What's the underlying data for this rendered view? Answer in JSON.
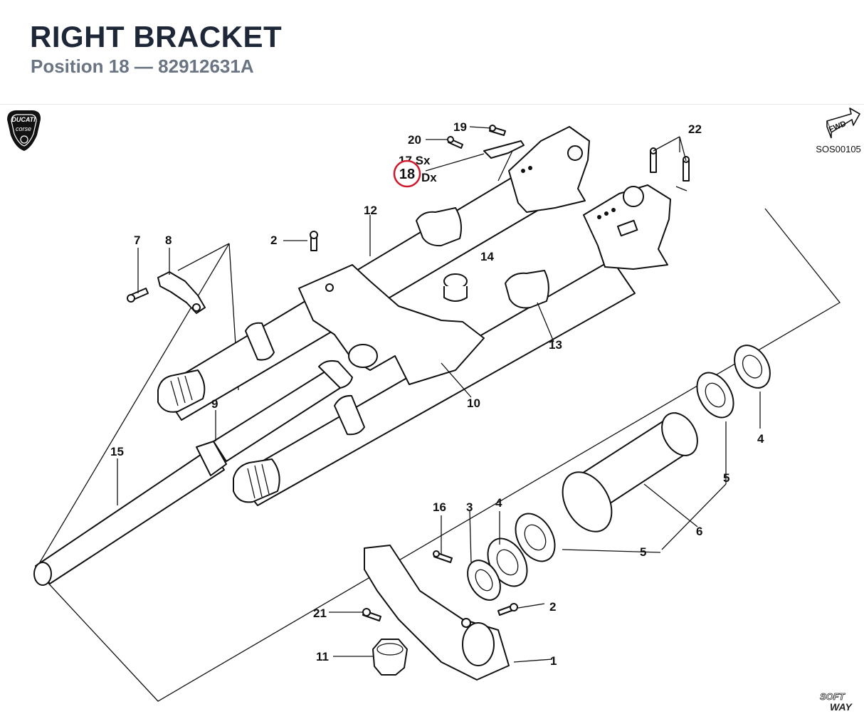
{
  "header": {
    "title": "RIGHT BRACKET",
    "subtitle": "Position 18 — 82912631A"
  },
  "logo": {
    "brand_top": "DUCATI",
    "brand_bottom": "corse"
  },
  "fwd_label": "FWD",
  "diagram_code": "SOS00105",
  "highlighted_position": "18",
  "highlight_color": "#d0182a",
  "callouts": {
    "c1": "1",
    "c2a": "2",
    "c2b": "2",
    "c3": "3",
    "c4a": "4",
    "c4b": "4",
    "c5a": "5",
    "c5b": "5",
    "c6": "6",
    "c7": "7",
    "c8": "8",
    "c9": "9",
    "c10": "10",
    "c11": "11",
    "c12": "12",
    "c13": "13",
    "c14": "14",
    "c15": "15",
    "c16": "16",
    "c17": "17 Sx",
    "c18_suffix": "Dx",
    "c19": "19",
    "c20": "20",
    "c21": "21",
    "c22": "22"
  },
  "watermark": {
    "top": "SOFT",
    "bottom": "WAY"
  }
}
